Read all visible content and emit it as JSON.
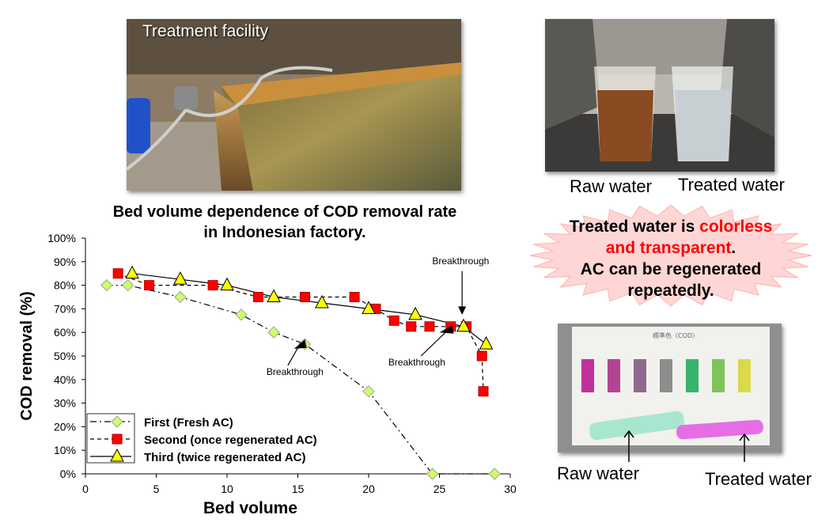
{
  "facility": {
    "label": "Treatment facility"
  },
  "cups": {
    "raw_label": "Raw water",
    "treated_label": "Treated water"
  },
  "kit": {
    "card_title": "標準色〈COD〉",
    "raw_label": "Raw water",
    "treated_label": "Treated water",
    "swatch_colors": [
      "#c0319a",
      "#b24592",
      "#8f6a8e",
      "#8d8d8d",
      "#38b36a",
      "#7fc45a",
      "#d9d94a"
    ]
  },
  "message": {
    "line1_a": "Treated water is ",
    "line1_b": "colorless",
    "line2_a": "and transparent",
    "line2_b": ".",
    "line3": "AC can be regenerated",
    "line4": "repeatedly."
  },
  "colors": {
    "highlight": "#ff0000",
    "burst_fill": "#ffd6d6",
    "burst_edge": "#ffb0b0"
  },
  "chart_data": {
    "type": "line",
    "title_line1": "Bed volume dependence of COD removal rate",
    "title_line2": "in Indonesian factory.",
    "xlabel": "Bed volume",
    "ylabel": "COD removal (%)",
    "xlim": [
      0,
      30
    ],
    "ylim": [
      0,
      100
    ],
    "xticks": [
      "0",
      "5",
      "10",
      "15",
      "20",
      "25",
      "30"
    ],
    "yticks": [
      "0%",
      "10%",
      "20%",
      "30%",
      "40%",
      "50%",
      "60%",
      "70%",
      "80%",
      "90%",
      "100%"
    ],
    "grid": false,
    "legend_position": "bottom-left",
    "series": [
      {
        "name": "First (Fresh AC)",
        "marker": "diamond",
        "color": "#a0a0a0",
        "fill": "#ccff66",
        "line": "dashdot",
        "x": [
          1.5,
          3,
          6.7,
          11,
          13.3,
          15.5,
          20,
          24.5,
          28.9
        ],
        "y": [
          80,
          80,
          75,
          67.5,
          60,
          55,
          35,
          0,
          0
        ]
      },
      {
        "name": "Second (once regenerated AC)",
        "marker": "square",
        "color": "#ff0000",
        "fill": "#ff0000",
        "line": "dashed",
        "x": [
          2.3,
          4.5,
          9,
          12.2,
          15.5,
          19,
          20.5,
          21.8,
          23,
          24.3,
          25.8,
          26.9,
          28,
          28.1
        ],
        "y": [
          85,
          80,
          80,
          75,
          75,
          75,
          70,
          65,
          62.5,
          62.5,
          62.5,
          62.5,
          50,
          35
        ]
      },
      {
        "name": "Third (twice regenerated AC)",
        "marker": "triangle",
        "color": "#000000",
        "fill": "#ffff00",
        "line": "solid",
        "x": [
          3.3,
          6.7,
          10,
          13.3,
          16.7,
          20,
          23.3,
          26.7,
          28.3
        ],
        "y": [
          85,
          82.5,
          80,
          75,
          72.5,
          70,
          67.5,
          62.5,
          55
        ]
      }
    ],
    "annotations": [
      {
        "text": "Breakthrough",
        "x": 14.8,
        "y": 42
      },
      {
        "text": "Breakthrough",
        "x": 23.4,
        "y": 46
      },
      {
        "text": "Breakthrough",
        "x": 26.5,
        "y": 89
      }
    ]
  }
}
